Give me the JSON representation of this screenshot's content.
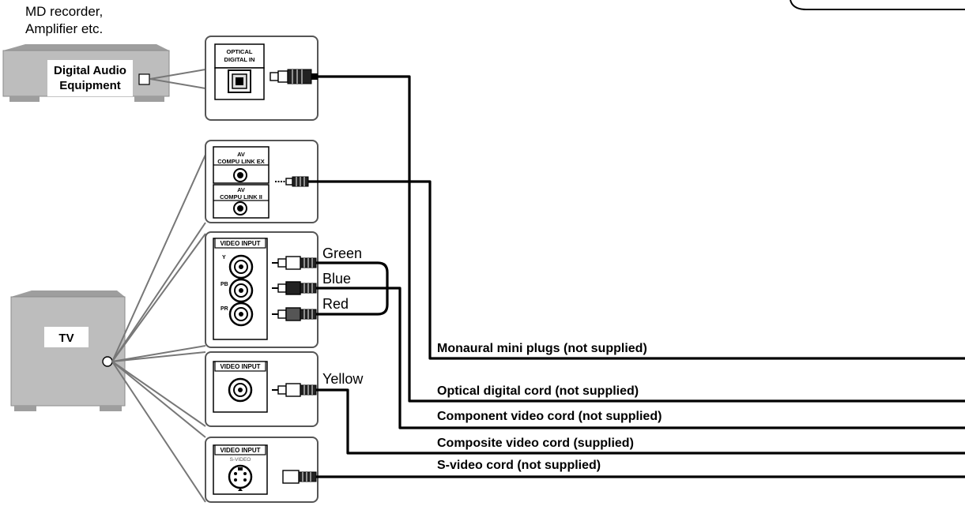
{
  "equipment": {
    "digital_caption_line1": "MD recorder,",
    "digital_caption_line2": "Amplifier etc.",
    "digital_label_line1": "Digital Audio",
    "digital_label_line2": "Equipment",
    "tv_label": "TV"
  },
  "jacks": {
    "optical_line1": "OPTICAL",
    "optical_line2": "DIGITAL IN",
    "compulink_ex_line1": "AV",
    "compulink_ex_line2": "COMPU LINK EX",
    "compulink_ii_line1": "AV",
    "compulink_ii_line2": "COMPU LINK II",
    "component_header": "VIDEO INPUT",
    "component_y": "Y",
    "component_pb": "PB",
    "component_pr": "PR",
    "composite_header": "VIDEO INPUT",
    "svideo_header": "VIDEO INPUT",
    "svideo_sub": "S-VIDEO"
  },
  "plug_colors": {
    "green": "Green",
    "blue": "Blue",
    "red": "Red",
    "yellow": "Yellow"
  },
  "cords": {
    "mini": "Monaural mini plugs (not supplied)",
    "optical": "Optical digital cord (not supplied)",
    "component": "Component video cord (not supplied)",
    "composite": "Composite video cord (supplied)",
    "svideo": "S-video cord (not supplied)"
  }
}
